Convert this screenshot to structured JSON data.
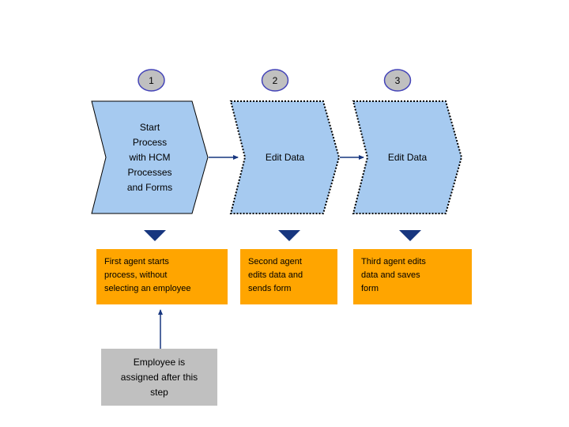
{
  "colors": {
    "background": "#FFFFFF",
    "shape_fill_blue": "#A6CAF0",
    "border_black": "#000000",
    "badge_fill_gray": "#C0C0C0",
    "badge_border": "#4444B8",
    "note_fill_orange": "#FFA500",
    "callout_fill_gray": "#C0C0C0",
    "arrow_navy": "#17367F"
  },
  "steps": [
    {
      "number": "1",
      "shape_label": "Start\nProcess\nwith HCM\nProcesses\nand Forms",
      "note": "First agent starts\nprocess, without\nselecting an employee"
    },
    {
      "number": "2",
      "shape_label": "Edit Data",
      "note": "Second agent\nedits data and\nsends form"
    },
    {
      "number": "3",
      "shape_label": "Edit Data",
      "note": "Third agent edits\ndata and saves\nform"
    }
  ],
  "callout": {
    "text": "Employee is\nassigned after this\nstep"
  }
}
